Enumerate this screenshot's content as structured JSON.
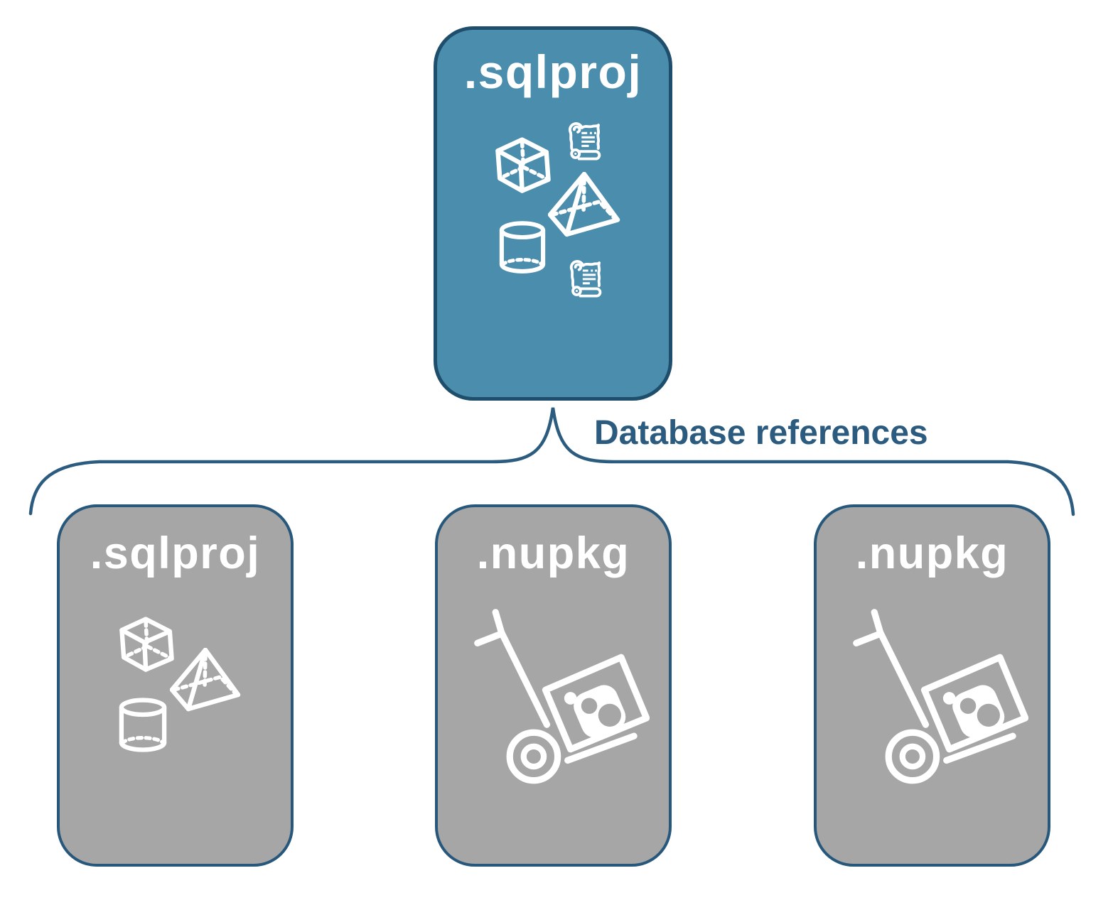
{
  "diagram": {
    "connector_label": "Database references",
    "colors": {
      "parent_fill": "#4A8DAC",
      "parent_border": "#1E4E6B",
      "child_fill": "#A6A6A6",
      "child_border": "#27587B",
      "connector": "#2B5B7E",
      "icon_stroke": "#FFFFFF",
      "label_text": "#FFFFFF"
    },
    "parent": {
      "label": ".sqlproj",
      "icons": [
        "scroll-icon",
        "cube-icon",
        "pyramid-icon",
        "cylinder-icon",
        "scroll-icon"
      ]
    },
    "children": [
      {
        "label": ".sqlproj",
        "icons": [
          "cube-icon",
          "pyramid-icon",
          "cylinder-icon"
        ]
      },
      {
        "label": ".nupkg",
        "icons": [
          "handtruck-package-icon"
        ]
      },
      {
        "label": ".nupkg",
        "icons": [
          "handtruck-package-icon"
        ]
      }
    ]
  }
}
